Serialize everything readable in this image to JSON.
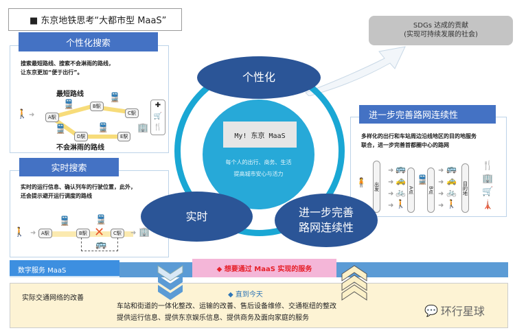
{
  "title": "■ 东京地铁思考“大都市型 MaaS”",
  "sdgs": {
    "line1": "SDGs 达成的贡献",
    "line2": "(实现可持续发展的社会)"
  },
  "personal_search": {
    "header": "个性化搜索",
    "desc_line1": "搜索最短路线、搜索不会淋雨的路线，",
    "desc_line2": "让东京更加“便于出行”。",
    "shortest_label": "最短路线",
    "no_rain_label": "不会淋雨的路线",
    "stations": [
      "A駅",
      "B駅",
      "C駅",
      "D駅",
      "E駅"
    ]
  },
  "realtime_search": {
    "header": "实时搜索",
    "desc_line1": "实时的运行信息、确认列车的行驶位置，此外，",
    "desc_line2": "还会提示避开运行调度的路线",
    "stations": [
      "A駅",
      "B駅",
      "C駅"
    ]
  },
  "network": {
    "header": "进一步完善路网连续性",
    "desc_line1": "多样化的出行和车站周边沿线地区的目的地服务",
    "desc_line2": "联合，进一步完善首都圈中心的路网",
    "columns": [
      "出发",
      "A点",
      "B点",
      "目的地"
    ]
  },
  "center": {
    "label": "My! 东京 MaaS",
    "line1": "每个人的出行、商务、生活",
    "line2": "提高城市安心与活力",
    "ellipse_top": "个性化",
    "ellipse_left": "实时",
    "ellipse_right_line1": "进一步完善",
    "ellipse_right_line2": "路网连续性"
  },
  "bottom": {
    "digital_label": "数字服务 MaaS",
    "maas_service": "◆ 想要通过 MaaS 实现的服务",
    "real_label": "实际交通网络的改善",
    "until_today": "◆ 直到今天",
    "line1": "车站和街道的一体化整改、运输的改善、售后设备维修、交通枢纽的整改",
    "line2": "提供运行信息、提供东京娱乐信息、提供商务及面向家庭的服务"
  },
  "watermark": "环行星球",
  "colors": {
    "header_blue": "#4472c4",
    "ellipse": "#2b5597",
    "ring": "#1aa7d4",
    "inner": "#27a9d8",
    "pink": "#f4b6d8",
    "cream": "#fdf3d4"
  }
}
